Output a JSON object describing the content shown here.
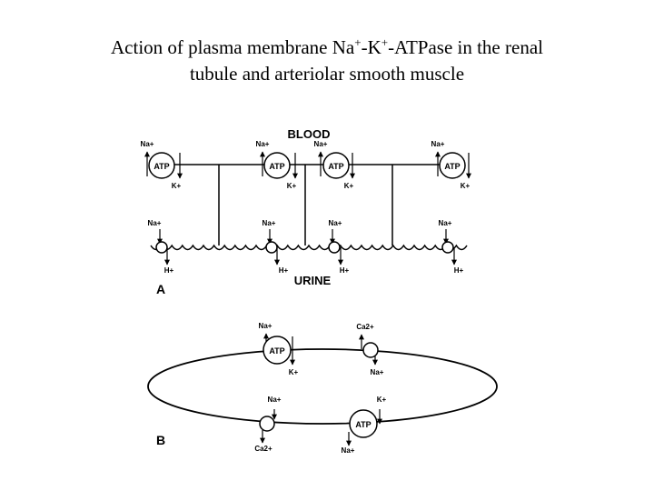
{
  "title": {
    "line1_parts": [
      "Action of plasma membrane Na",
      "+",
      "-K",
      "+",
      "-ATPase in the renal"
    ],
    "line2": "tubule and arteriolar smooth muscle"
  },
  "panel_a": {
    "label": "A",
    "blood_label": "BLOOD",
    "urine_label": "URINE",
    "pump_label": "ATP",
    "top_pumps": [
      {
        "in": "Na+",
        "out": "K+"
      },
      {
        "in": "Na+",
        "out": "K+"
      },
      {
        "in": "Na+",
        "out": "K+"
      },
      {
        "in": "Na+",
        "out": "K+"
      }
    ],
    "bottom_exchangers": [
      {
        "in": "Na+",
        "out": "H+"
      },
      {
        "in": "Na+",
        "out": "H+"
      },
      {
        "in": "Na+",
        "out": "H+"
      },
      {
        "in": "Na+",
        "out": "H+"
      }
    ]
  },
  "panel_b": {
    "label": "B",
    "pump_label": "ATP",
    "top_pump": {
      "in": "Na+",
      "out": "K+"
    },
    "top_exchanger": {
      "in": "Ca2+",
      "out": "Na+"
    },
    "bottom_exchanger": {
      "in": "Na+",
      "out": "Ca2+"
    },
    "bottom_pump": {
      "in": "K+",
      "out": "Na+"
    }
  }
}
